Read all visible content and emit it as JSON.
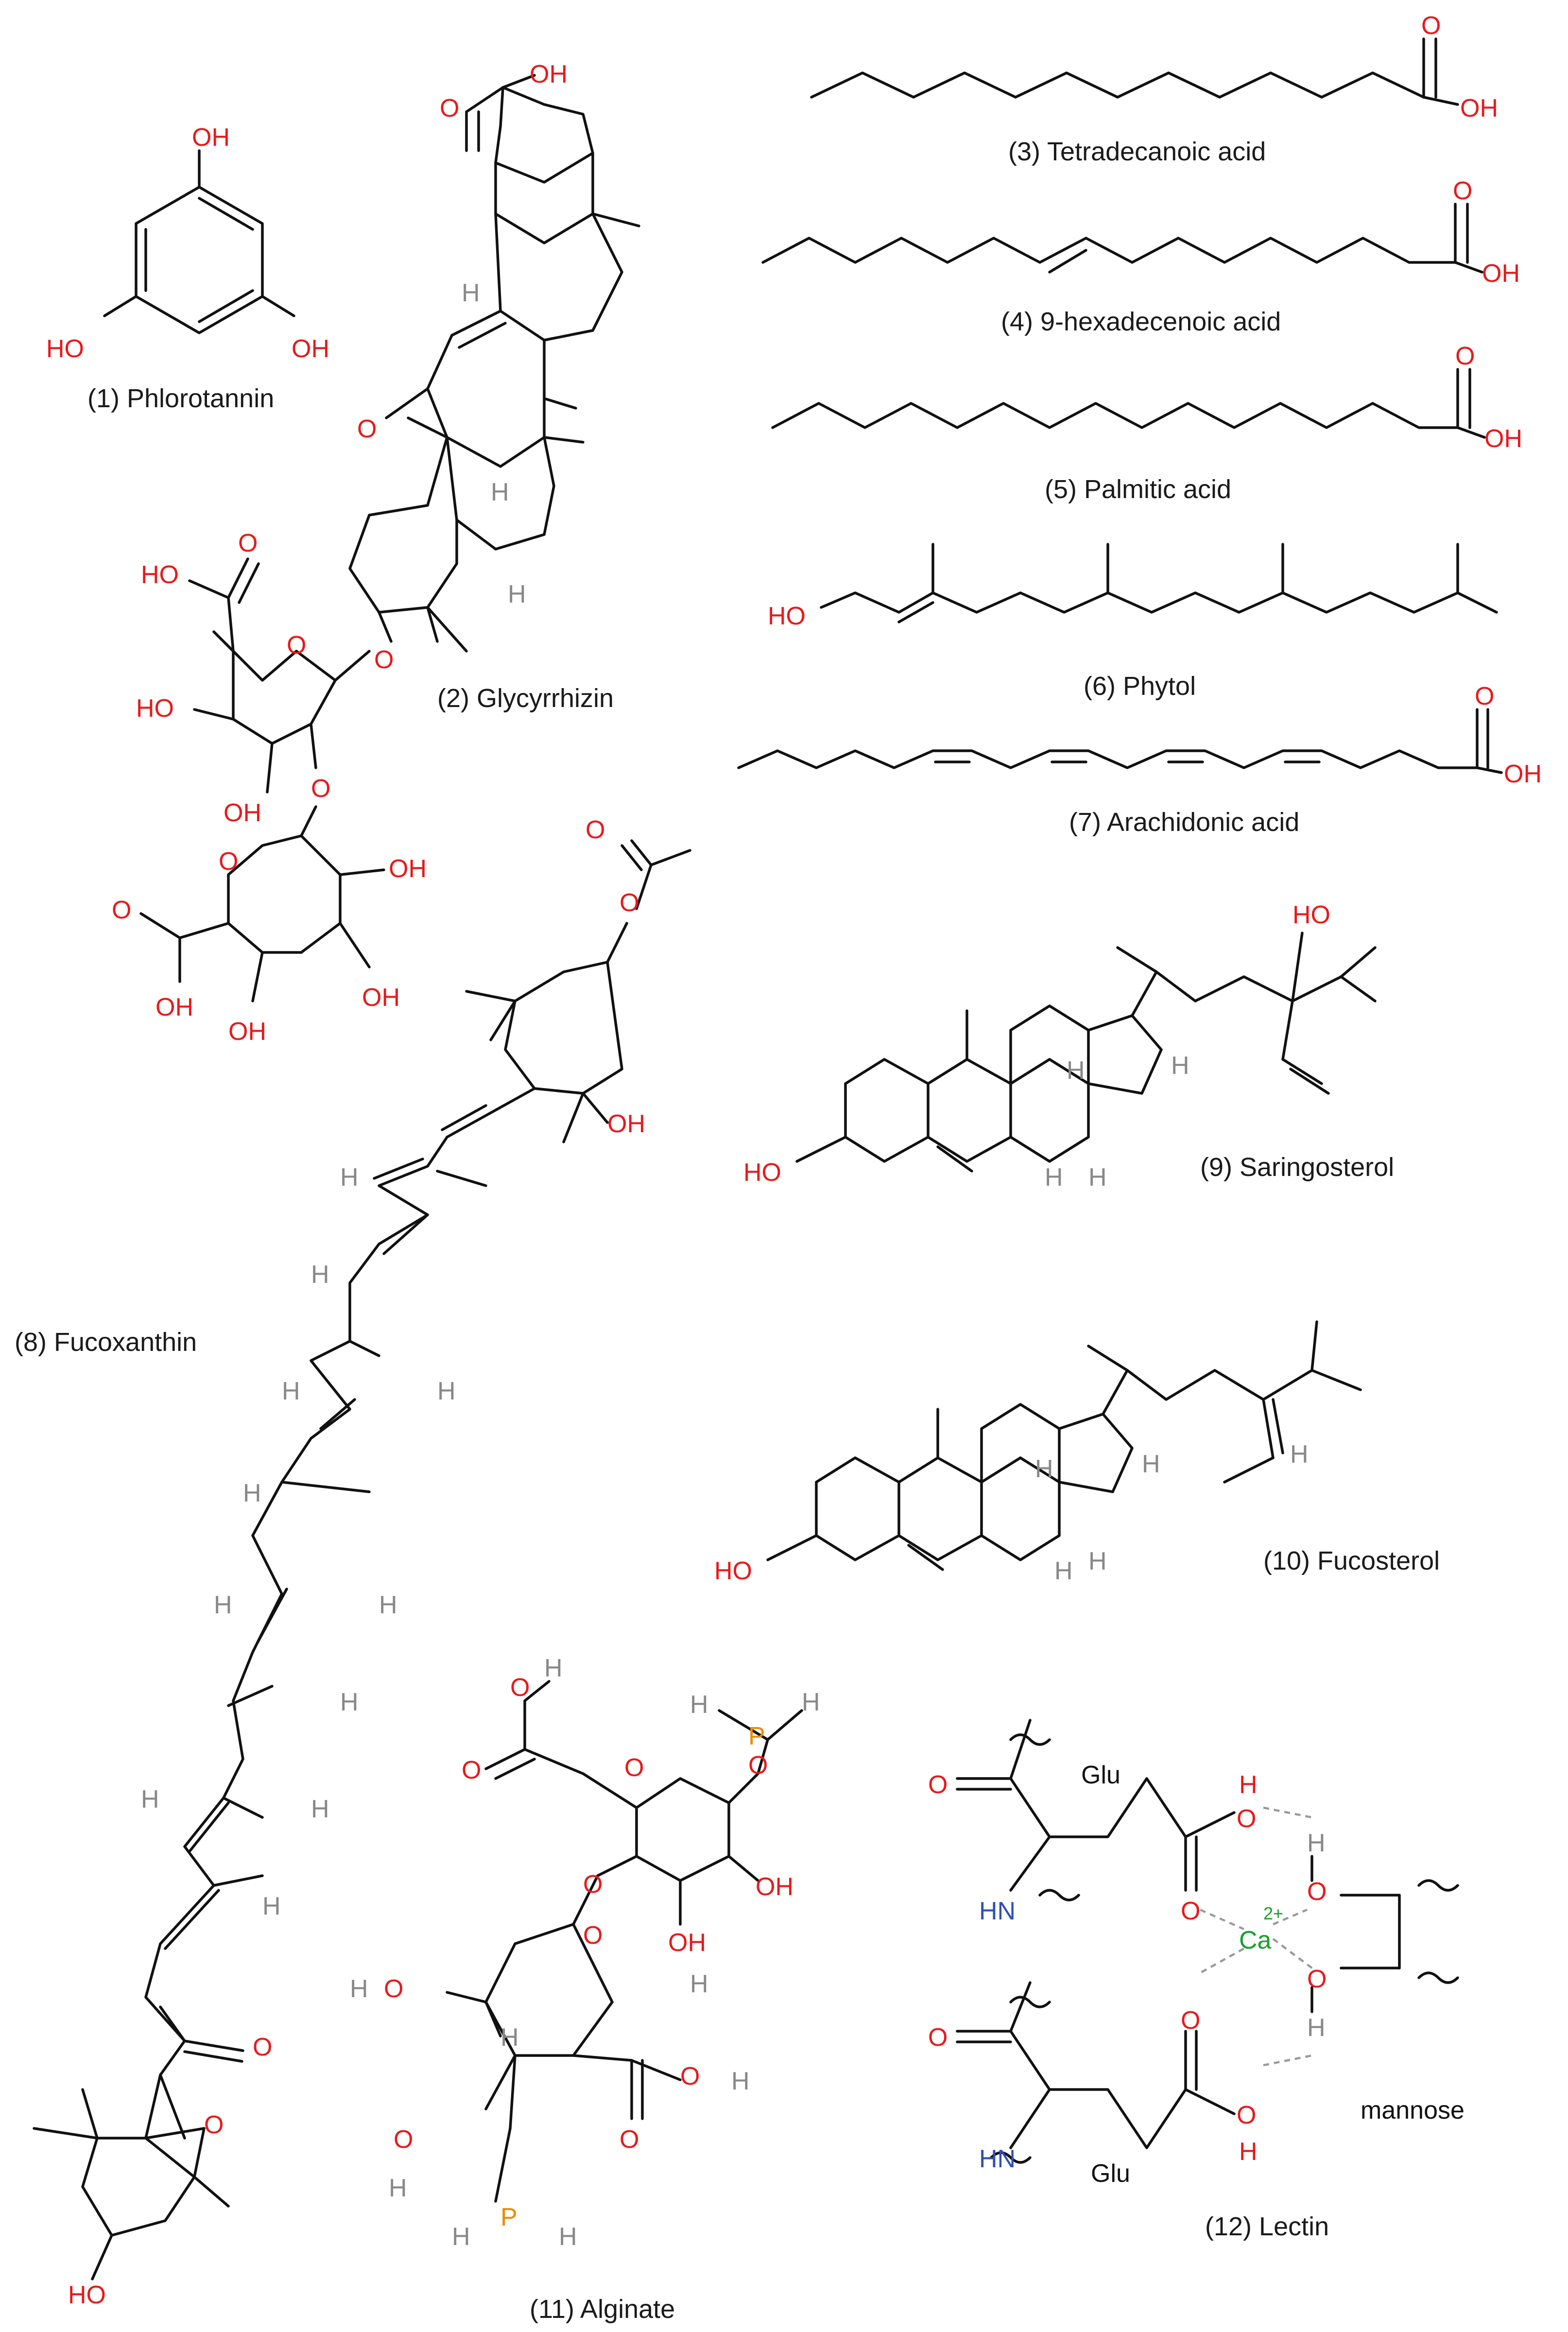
{
  "figure": {
    "compounds": [
      {
        "key": "phlorotannin",
        "caption": "(1) Phlorotannin"
      },
      {
        "key": "glycyrrhizin",
        "caption": "(2) Glycyrrhizin"
      },
      {
        "key": "tetradecanoic",
        "caption": "(3) Tetradecanoic acid"
      },
      {
        "key": "hexadecenoic",
        "caption": "(4) 9-hexadecenoic acid"
      },
      {
        "key": "palmitic",
        "caption": "(5) Palmitic acid"
      },
      {
        "key": "phytol",
        "caption": "(6) Phytol"
      },
      {
        "key": "arachidonic",
        "caption": "(7) Arachidonic acid"
      },
      {
        "key": "fucoxanthin",
        "caption": "(8) Fucoxanthin"
      },
      {
        "key": "saringosterol",
        "caption": "(9) Saringosterol"
      },
      {
        "key": "fucosterol",
        "caption": "(10) Fucosterol"
      },
      {
        "key": "alginate",
        "caption": "(11) Alginate"
      },
      {
        "key": "lectin",
        "caption": "(12) Lectin"
      }
    ],
    "atom_labels": {
      "oh": "OH",
      "ho": "HO",
      "o": "O",
      "h": "H",
      "p": "P",
      "hn": "HN",
      "ca": "Ca",
      "charge": "2+",
      "glu": "Glu",
      "mannose": "mannose"
    },
    "colors": {
      "oxygen": "#e8191b",
      "nitrogen": "#2e4fb3",
      "phosphorus": "#f08a00",
      "hydrogen": "#888888",
      "calcium": "#18a02a",
      "bond": "#111111"
    }
  }
}
